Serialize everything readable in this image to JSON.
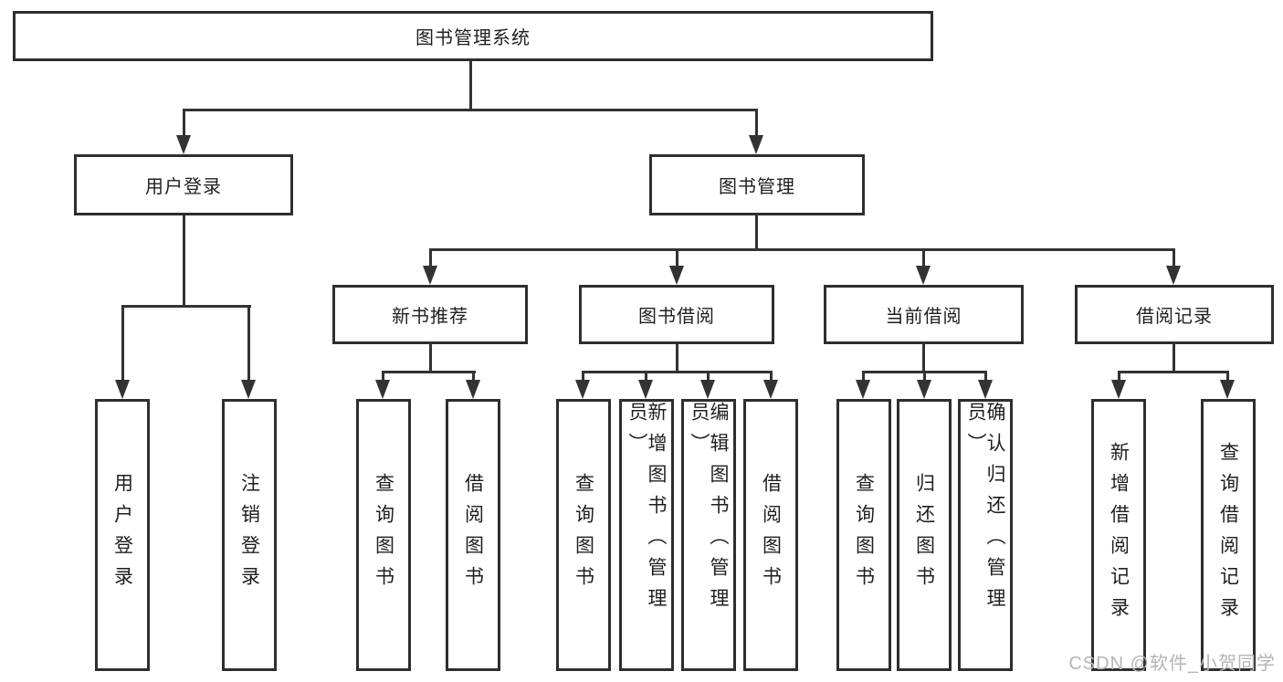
{
  "tree": {
    "root": {
      "label": "图书管理系统"
    },
    "level2": [
      {
        "label": "用户登录"
      },
      {
        "label": "图书管理"
      }
    ],
    "level3": [
      {
        "label": "新书推荐"
      },
      {
        "label": "图书借阅"
      },
      {
        "label": "当前借阅"
      },
      {
        "label": "借阅记录"
      }
    ],
    "leaves": {
      "user_login": [
        {
          "label": "用户登录"
        },
        {
          "label": "注销登录"
        }
      ],
      "new_book_recommend": [
        {
          "label": "查询图书"
        },
        {
          "label": "借阅图书"
        }
      ],
      "book_borrow": [
        {
          "label": "查询图书"
        },
        {
          "label": "新增图书（管理员）"
        },
        {
          "label": "编辑图书（管理员）"
        },
        {
          "label": "借阅图书"
        }
      ],
      "current_borrow": [
        {
          "label": "查询图书"
        },
        {
          "label": "归还图书"
        },
        {
          "label": "确认归还（管理员）"
        }
      ],
      "borrow_record": [
        {
          "label": "新增借阅记录"
        },
        {
          "label": "查询借阅记录"
        }
      ]
    }
  },
  "watermark": {
    "text": "CSDN @软件_小贺同学"
  },
  "colors": {
    "line": "#333333",
    "box_border": "#2e2e2e",
    "text": "#1f1f1f",
    "watermark": "#b5b5b5",
    "background": "#ffffff"
  }
}
